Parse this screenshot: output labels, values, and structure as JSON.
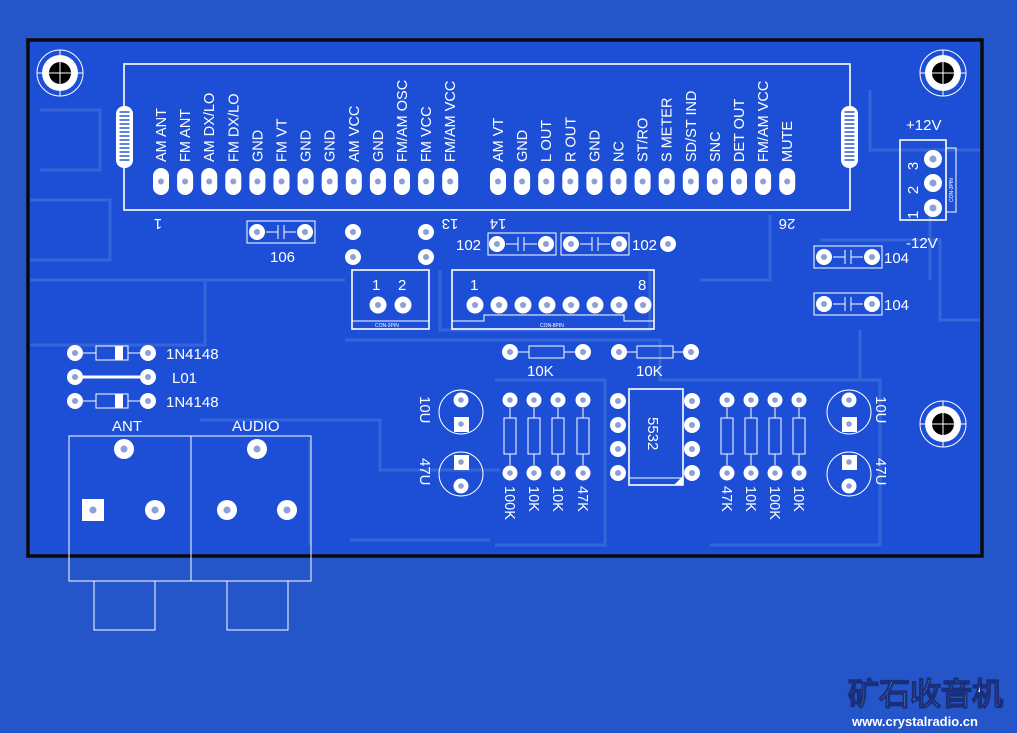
{
  "colors": {
    "background": "#2455c9",
    "copper_pour": "#1d4fd6",
    "board_outline": "#0a0a0a",
    "silkscreen": "#ffffff",
    "pad_hole": "#8aa0d8"
  },
  "connector_main": {
    "pin_labels_left": [
      "AM ANT",
      "FM ANT",
      "AM DX/LO",
      "FM DX/LO",
      "GND",
      "FM VT",
      "GND",
      "GND",
      "AM VCC",
      "GND",
      "FM/AM OSC",
      "FM VCC",
      "FM/AM VCC"
    ],
    "pin_labels_right": [
      "AM VT",
      "GND",
      "L OUT",
      "R OUT",
      "GND",
      "NC",
      "ST/RO",
      "S METER",
      "SD/ST IND",
      "SNC",
      "DET OUT",
      "FM/AM VCC",
      "MUTE"
    ],
    "pin_first": "1",
    "pin_left_end": "13",
    "pin_right_start": "14",
    "pin_last": "26"
  },
  "power": {
    "plus": "+12V",
    "minus": "-12V",
    "pins": [
      "1",
      "2",
      "3"
    ],
    "silk": "CON-3PIN"
  },
  "caps": {
    "c106": "106",
    "c102a": "102",
    "c102b": "102",
    "c104a": "104",
    "c104b": "104",
    "e10u_left": "10U",
    "e47u_left": "47U",
    "e10u_right": "10U",
    "e47u_right": "47U"
  },
  "con2pin": {
    "pins": [
      "1",
      "2"
    ],
    "silk": "CON-2PIN"
  },
  "con8pin": {
    "pin_first": "1",
    "pin_last": "8",
    "silk": "CON-8PIN"
  },
  "resistors_top": [
    "10K",
    "10K"
  ],
  "resistors_left": [
    "100K",
    "10K",
    "10K",
    "47K"
  ],
  "resistors_right": [
    "47K",
    "10K",
    "100K",
    "10K"
  ],
  "ic": "5532",
  "diode_top": "1N4148",
  "inductor": "L01",
  "diode_bottom": "1N4148",
  "jack_ant": "ANT",
  "jack_audio": "AUDIO",
  "watermark": {
    "title": "矿石收音机",
    "url": "www.crystalradio.cn"
  }
}
